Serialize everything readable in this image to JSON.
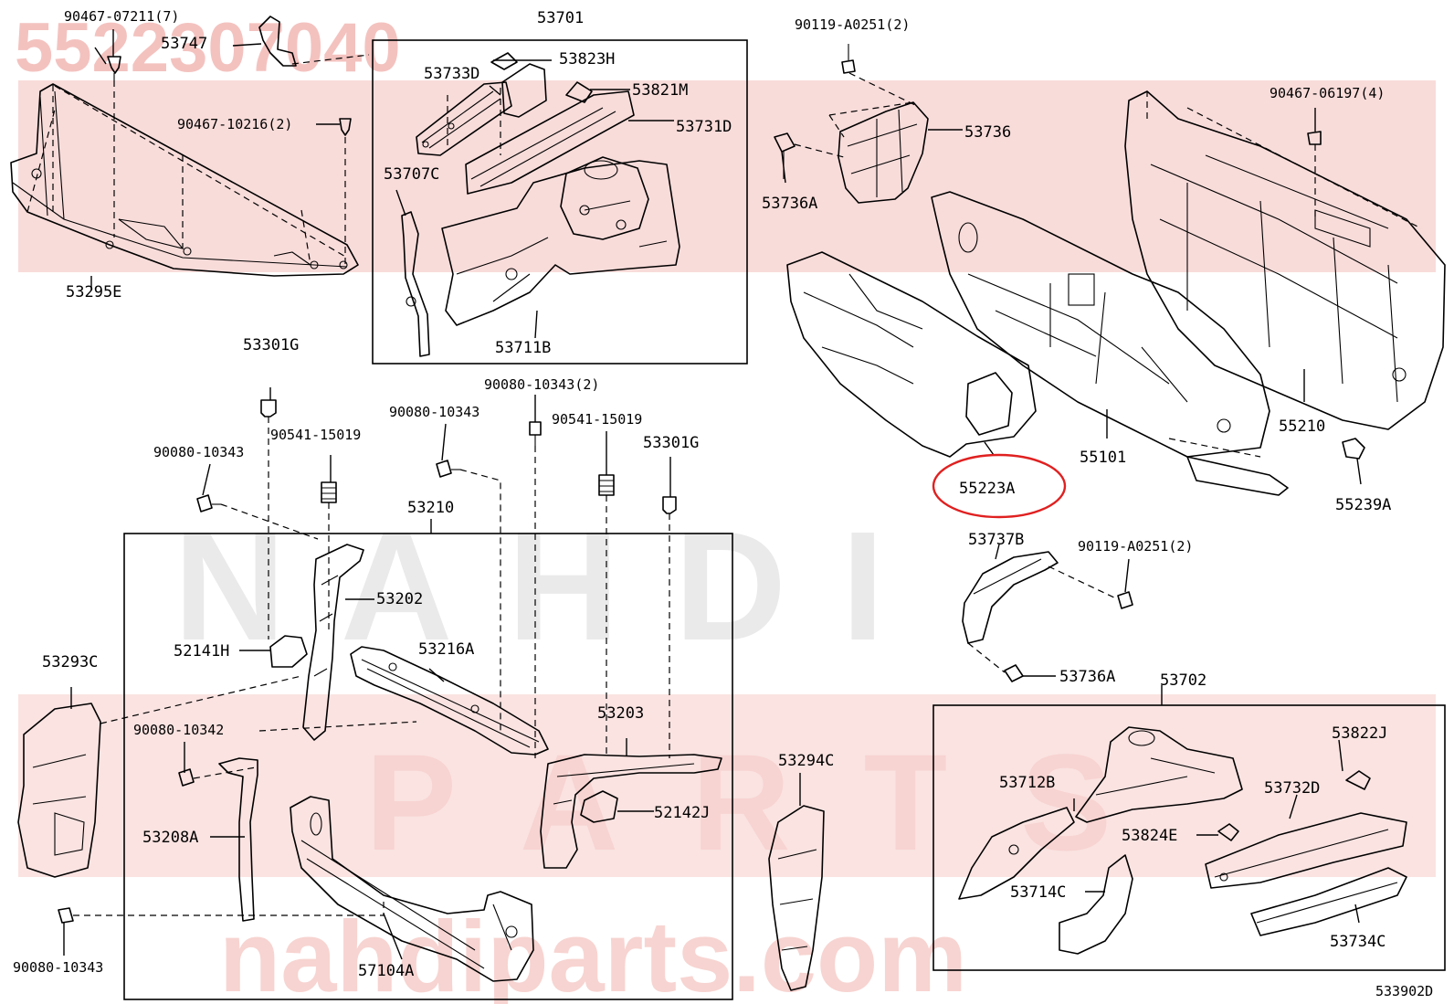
{
  "watermark": {
    "part_number": "5522307040",
    "brand_word": "NAHDI",
    "parts_word": "PARTS",
    "website": "nahdiparts.com",
    "color": "#f2b8b4",
    "band_color": "#f6d0cd",
    "gray_color": "#d9d9d9"
  },
  "diagram_code": "533902D",
  "highlight": {
    "label": "55223A",
    "color": "#e02020"
  },
  "labels": {
    "l90467_07211": "90467-07211(7)",
    "l53747": "53747",
    "l90467_10216": "90467-10216(2)",
    "l53295E": "53295E",
    "l53701": "53701",
    "l53823H": "53823H",
    "l53733D": "53733D",
    "l53821M": "53821M",
    "l53731D": "53731D",
    "l53707C": "53707C",
    "l53711B": "53711B",
    "l90119_a": "90119-A0251(2)",
    "l53736": "53736",
    "l53736A_1": "53736A",
    "l90467_06197": "90467-06197(4)",
    "l55210": "55210",
    "l55101": "55101",
    "l55239A": "55239A",
    "l53301G_1": "53301G",
    "l90080_10343_a": "90080-10343",
    "l90541_15019_a": "90541-15019",
    "l90080_10343_2": "90080-10343(2)",
    "l90080_10343_b": "90080-10343",
    "l90541_15019_b": "90541-15019",
    "l53301G_2": "53301G",
    "l53210": "53210",
    "l53202": "53202",
    "l52141H": "52141H",
    "l53216A": "53216A",
    "l53293C": "53293C",
    "l90080_10342": "90080-10342",
    "l53203": "53203",
    "l52142J": "52142J",
    "l53208A": "53208A",
    "l57104A": "57104A",
    "l90080_10343_c": "90080-10343",
    "l53294C": "53294C",
    "l53737B": "53737B",
    "l90119_b": "90119-A0251(2)",
    "l53736A_2": "53736A",
    "l53702": "53702",
    "l53822J": "53822J",
    "l53712B": "53712B",
    "l53732D": "53732D",
    "l53824E": "53824E",
    "l53714C": "53714C",
    "l53734C": "53734C"
  }
}
